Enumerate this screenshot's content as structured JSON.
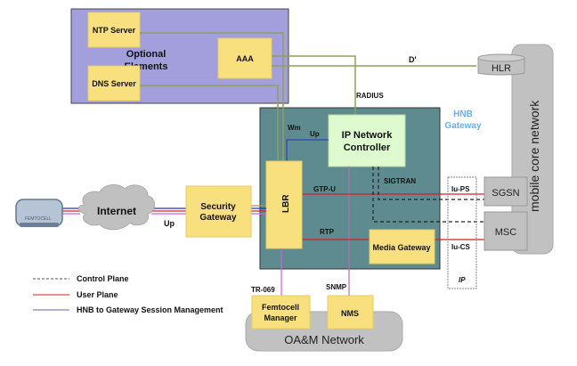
{
  "colors": {
    "optional_bg": "#a39fdc",
    "hnb_bg": "#5e8b8f",
    "yellow_box": "#f9e07f",
    "inc_box": "#ddfbcf",
    "gray_box": "#c1c1c1",
    "hnb_title": "#6aaee8",
    "green_line": "#8ea05a",
    "red_line": "#d42020",
    "blue_line": "#2030c8",
    "magenta_line": "#d060e0",
    "dashed_line": "#222222"
  },
  "optional_elements": {
    "title_line1": "Optional",
    "title_line2": "Elements",
    "ntp": "NTP Server",
    "dns": "DNS Server",
    "aaa": "AAA"
  },
  "hnb_gateway": {
    "title_line1": "HNB",
    "title_line2": "Gateway",
    "inc_line1": "IP Network",
    "inc_line2": "Controller",
    "lbr": "LBR",
    "media_gateway": "Media Gateway"
  },
  "left": {
    "femtocell": "FEMTOCELL",
    "internet": "Internet",
    "security_line1": "Security",
    "security_line2": "Gateway"
  },
  "core": {
    "title": "mobile core network",
    "hlr": "HLR",
    "sgsn": "SGSN",
    "msc": "MSC"
  },
  "oam": {
    "title": "OA&M Network",
    "femto_mgr_line1": "Femtocell",
    "femto_mgr_line2": "Manager",
    "nms": "NMS"
  },
  "interfaces": {
    "d_prime": "D'",
    "radius": "RADIUS",
    "wm": "Wm",
    "up_inner": "Up",
    "up_outer": "Up",
    "gtp_u": "GTP-U",
    "rtp": "RTP",
    "sigtran": "SIGTRAN",
    "iu_ps": "Iu-PS",
    "iu_cs": "Iu-CS",
    "ip": "IP",
    "tr069": "TR-069",
    "snmp": "SNMP"
  },
  "legend": [
    {
      "label": "Control Plane",
      "style": "dashed"
    },
    {
      "label": "User Plane",
      "style": "red"
    },
    {
      "label": "HNB to Gateway Session Management",
      "style": "blue"
    }
  ]
}
